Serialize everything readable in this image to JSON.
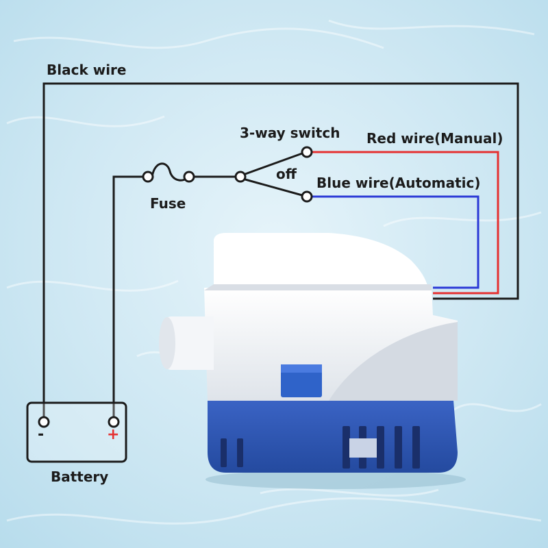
{
  "labels": {
    "black_wire": "Black wire",
    "switch": "3-way switch",
    "red_wire": "Red wire(Manual)",
    "off": "off",
    "blue_wire": "Blue wire(Automatic)",
    "fuse": "Fuse",
    "battery": "Battery",
    "negative": "-",
    "positive": "+"
  },
  "colors": {
    "black_wire": "#1b1b1b",
    "red_wire": "#e53030",
    "blue_wire": "#2b39d6",
    "pump_blue": "#2f56b8",
    "pump_white": "#eef1f5",
    "water": "#cfe8f3"
  },
  "icons": [
    "battery-icon",
    "fuse-icon",
    "switch-icon",
    "pump-icon"
  ]
}
